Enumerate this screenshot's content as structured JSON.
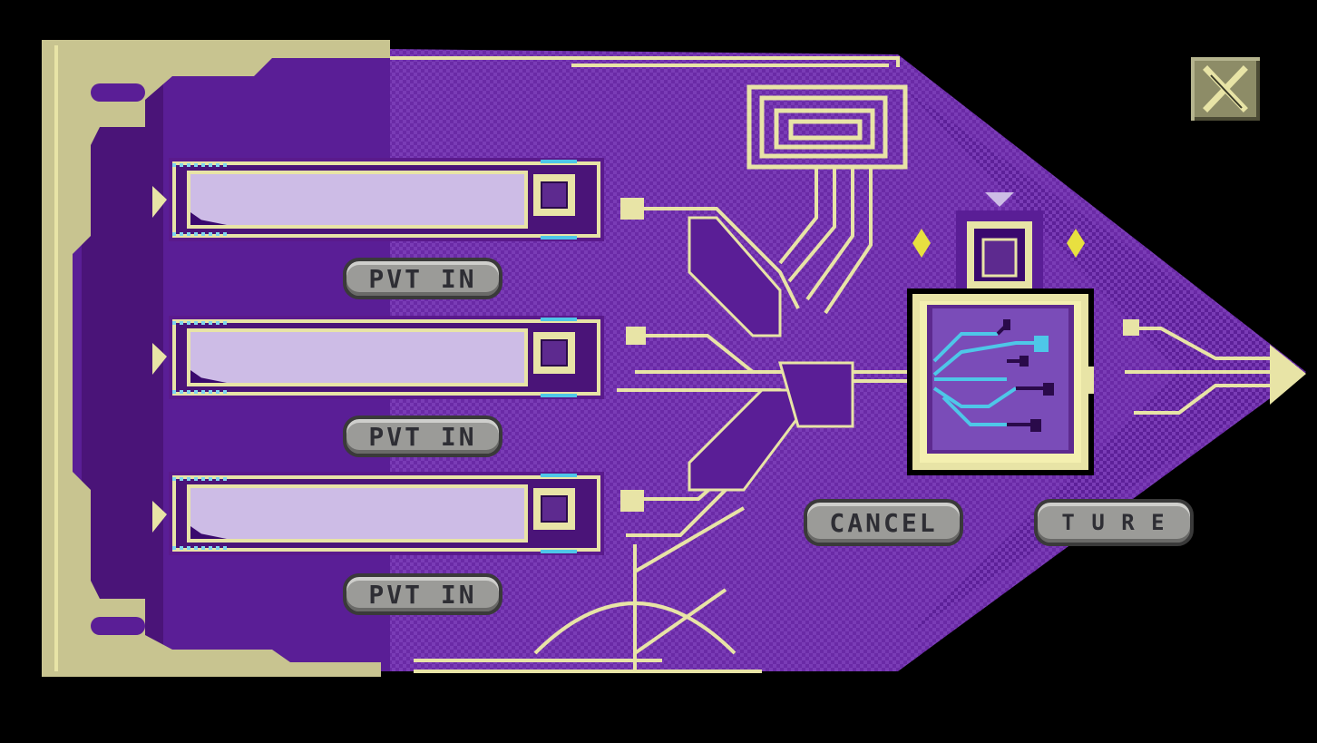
{
  "dialog": {
    "slots": [
      {
        "button_label": "PVT IN"
      },
      {
        "button_label": "PVT IN"
      },
      {
        "button_label": "PVT IN"
      }
    ],
    "cancel_label": "CANCEL",
    "ok_label": "T U R E"
  },
  "icons": {
    "close": "close-icon",
    "chip": "usb-circuit-icon"
  },
  "colors": {
    "background": "#000000",
    "board": "#6a2aa6",
    "board_dark": "#4a1478",
    "trace": "#e8e4a6",
    "frame": "#c8c490",
    "field": "#cdbce6",
    "accent_cyan": "#4ec7e8",
    "button": "#9b9b98",
    "close_button": "#8d8c67",
    "spark": "#e8e040"
  }
}
